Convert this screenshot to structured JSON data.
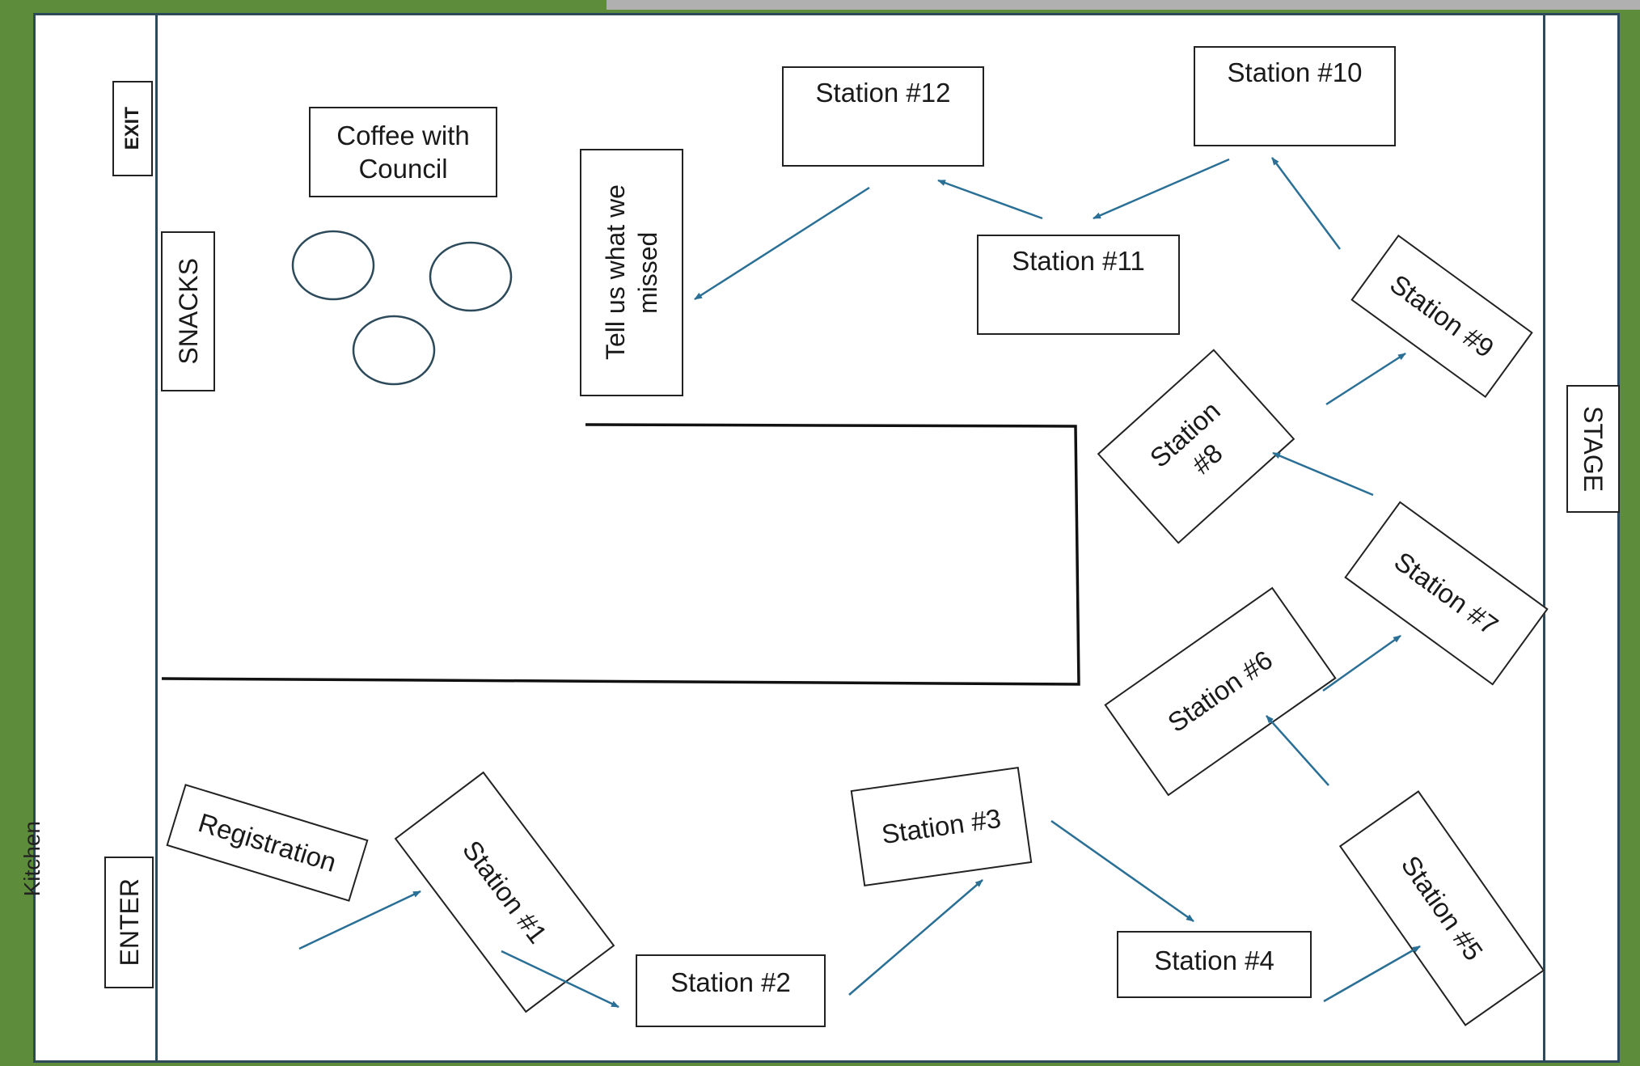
{
  "labels": {
    "exit": "EXIT",
    "snacks": "SNACKS",
    "enter": "ENTER",
    "kitchen": "Kitchen",
    "stage": "STAGE",
    "coffee": "Coffee with Council",
    "tell_us": "Tell us what we missed",
    "registration": "Registration"
  },
  "stations": [
    "Station #1",
    "Station #2",
    "Station #3",
    "Station #4",
    "Station #5",
    "Station #6",
    "Station #7",
    "Station #8",
    "Station #9",
    "Station #10",
    "Station #11",
    "Station #12"
  ],
  "colors": {
    "arrow": "#2a6f95",
    "wall": "#111111",
    "border": "#2c4a5a",
    "background_green": "#5d8c3a"
  }
}
